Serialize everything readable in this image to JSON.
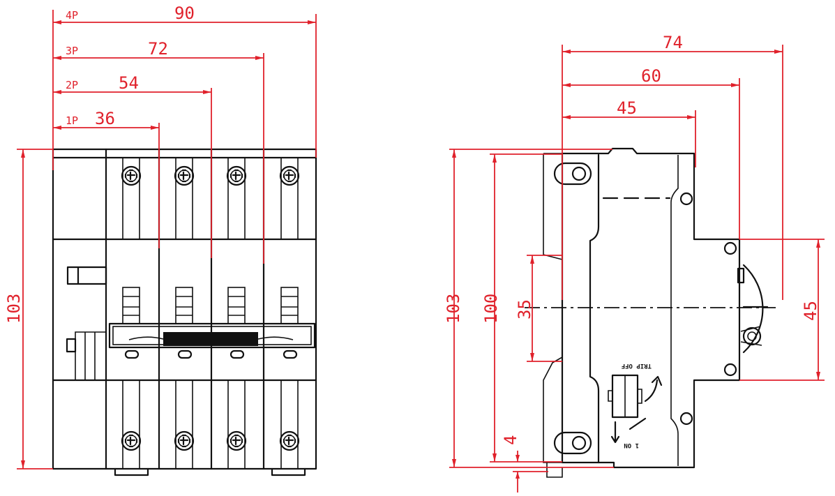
{
  "front_view": {
    "width_dims": [
      {
        "pole_label": "4P",
        "value": "90"
      },
      {
        "pole_label": "3P",
        "value": "72"
      },
      {
        "pole_label": "2P",
        "value": "54"
      },
      {
        "pole_label": "1P",
        "value": "36"
      }
    ],
    "height_dim": "103"
  },
  "side_view": {
    "depth_dims": [
      "74",
      "60",
      "45"
    ],
    "height_overall": "103",
    "height_body": "100",
    "rail_slot": "35",
    "rail_offset": "4",
    "right_height": "45",
    "trip_label": "TRIP OFF",
    "on_label": "1 ON"
  },
  "colors": {
    "dimension": "#e0212b",
    "ink": "#111111"
  }
}
